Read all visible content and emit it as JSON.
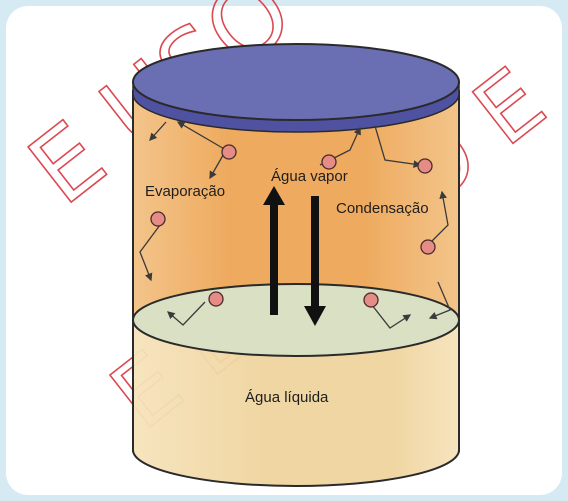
{
  "labels": {
    "vapor": "Água vapor",
    "evaporation": "Evaporação",
    "condensation": "Condensação",
    "liquid": "Água líquida"
  },
  "watermark": {
    "line1": "E USO",
    "line2": "E ENSINO E"
  },
  "colors": {
    "page_background": "#d6eaf3",
    "lid": "#6a6fb4",
    "vapor_region": "#efb068",
    "liquid_region": "#f1d9a6",
    "water_surface": "#d9e0c3",
    "molecule": "#e58c86",
    "watermark": "#d8363f"
  },
  "icons": [
    "evaporation-arrow-up-icon",
    "condensation-arrow-down-icon",
    "water-molecule-icon"
  ]
}
